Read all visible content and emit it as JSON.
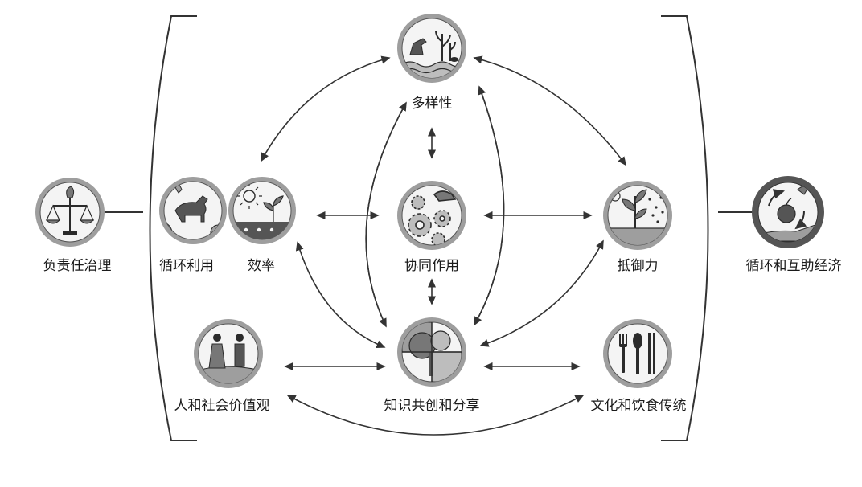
{
  "nodes": {
    "diversity": {
      "label": "多样性",
      "icon": "biodiversity-icon"
    },
    "synergy": {
      "label": "协同作用",
      "icon": "gears-icon"
    },
    "resilience": {
      "label": "抵御力",
      "icon": "plant-rain-icon"
    },
    "recycling": {
      "label": "循环利用",
      "icon": "cow-recycling-icon"
    },
    "efficiency": {
      "label": "效率",
      "icon": "sun-seedling-icon"
    },
    "human_social_values": {
      "label": "人和社会价值观",
      "icon": "people-icon"
    },
    "knowledge": {
      "label": "知识共创和分享",
      "icon": "tree-puzzle-icon"
    },
    "culture_food": {
      "label": "文化和饮食传统",
      "icon": "fork-spoon-chopsticks-icon"
    }
  },
  "external": {
    "governance": {
      "label": "负责任治理",
      "icon": "scales-icon"
    },
    "economy": {
      "label": "循环和互助经济",
      "icon": "apple-hand-cycle-icon"
    }
  },
  "colors": {
    "ring": "#9e9e9e",
    "icon_fill": "#f4f4f4",
    "ink": "#2b2b2b",
    "shade": "#bdbdbd",
    "bracket": "#333333"
  }
}
